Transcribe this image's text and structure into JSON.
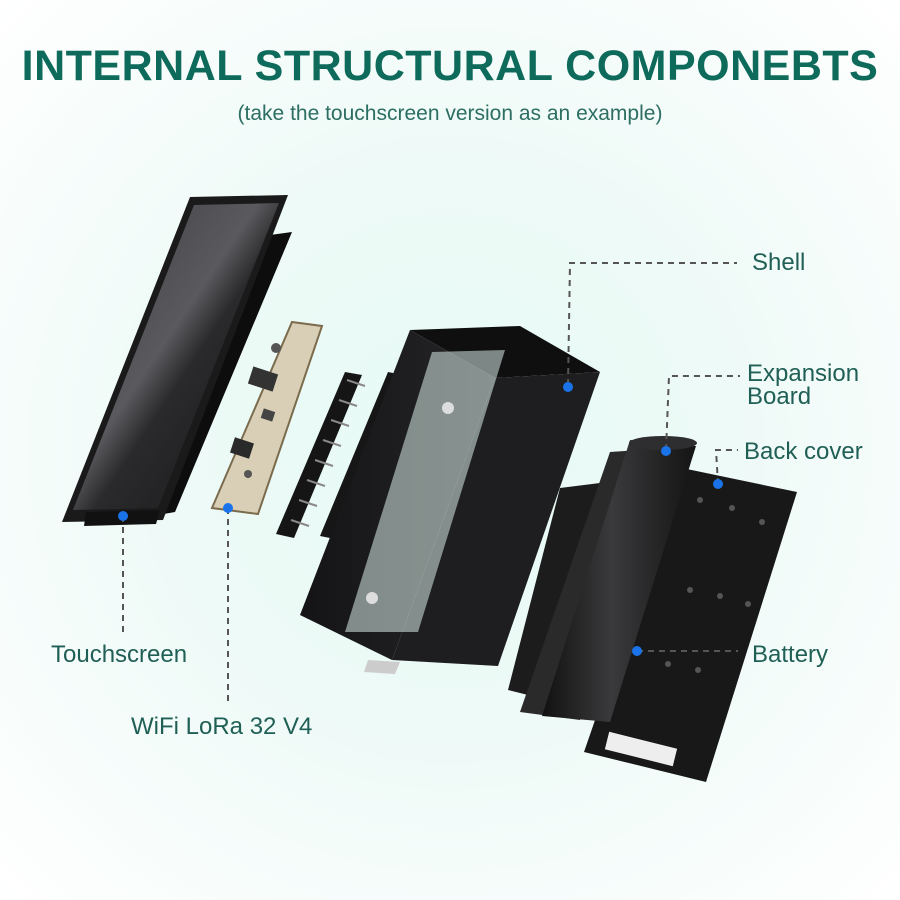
{
  "header": {
    "title": "INTERNAL STRUCTURAL COMPONEBTS",
    "subtitle": "(take the touchscreen version as an example)"
  },
  "labels": {
    "shell": "Shell",
    "expansion_board_line1": "Expansion",
    "expansion_board_line2": "Board",
    "back_cover": "Back cover",
    "battery": "Battery",
    "touchscreen": "Touchscreen",
    "wifi_lora": "WiFi LoRa 32 V4"
  },
  "colors": {
    "title": "#0e6b5c",
    "label": "#1f5f55",
    "leader_line": "#555555",
    "marker_dot": "#1a73e8",
    "device_dark": "#1b1b1d"
  }
}
